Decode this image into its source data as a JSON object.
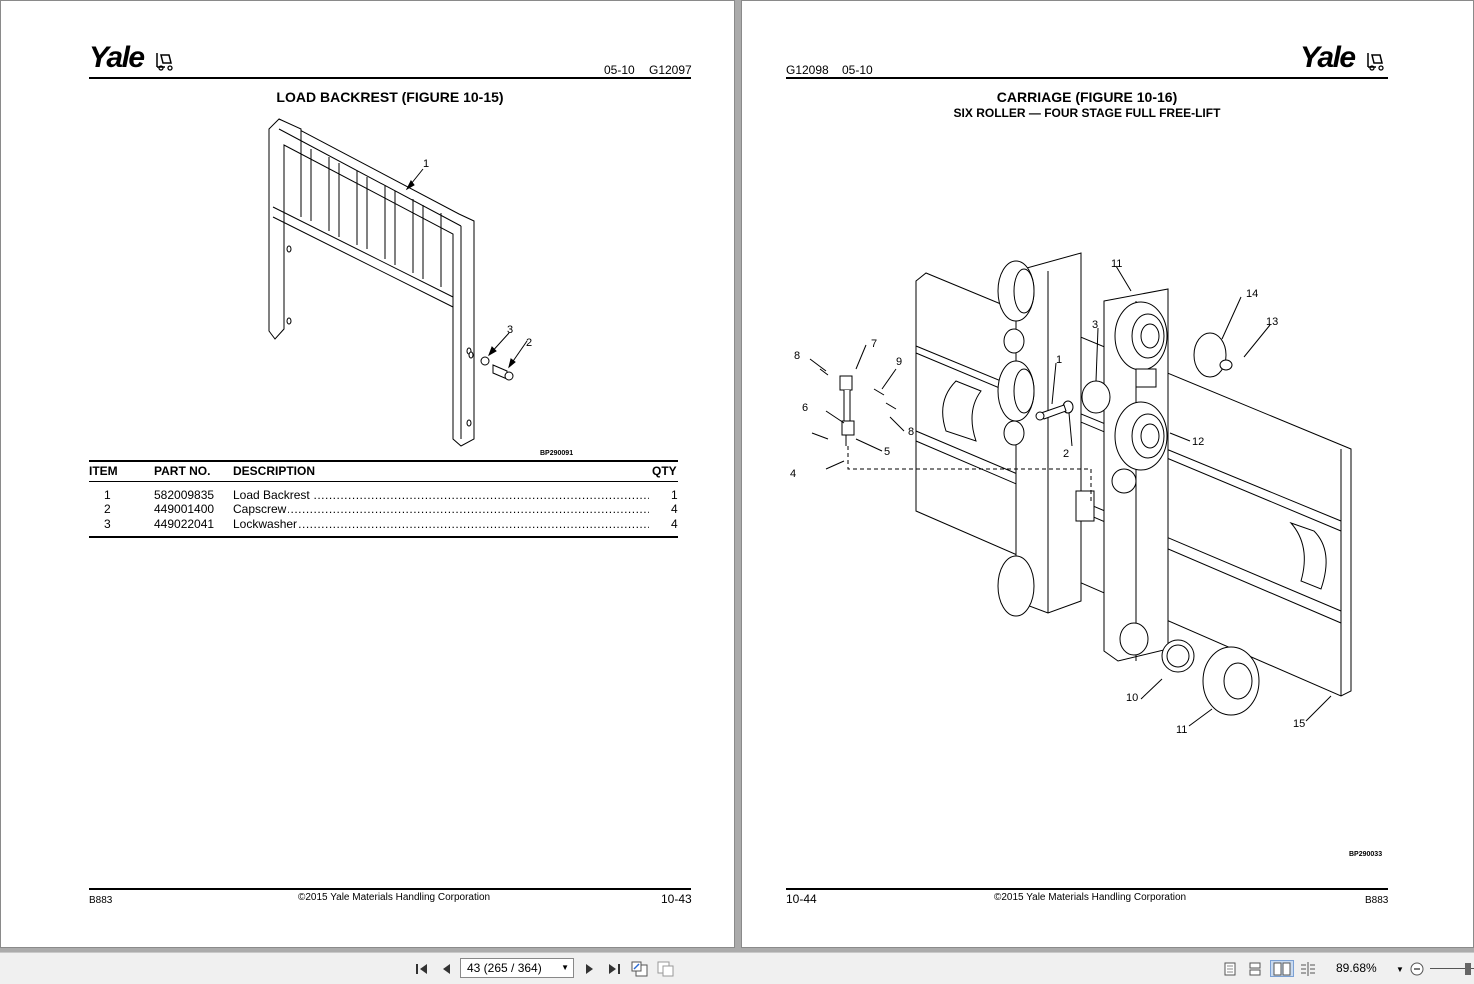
{
  "left_page": {
    "brand": "Yale",
    "date": "05-10",
    "code": "G12097",
    "title": "LOAD BACKREST (FIGURE 10-15)",
    "figure_ref": "BP290091",
    "callouts": [
      "1",
      "2",
      "3"
    ],
    "table_headers": {
      "item": "ITEM",
      "part_no": "PART NO.",
      "description": "DESCRIPTION",
      "qty": "QTY"
    },
    "parts": [
      {
        "item": "1",
        "part_no": "582009835",
        "description": "Load Backrest",
        "qty": "1"
      },
      {
        "item": "2",
        "part_no": "449001400",
        "description": "Capscrew",
        "qty": "4"
      },
      {
        "item": "3",
        "part_no": "449022041",
        "description": "Lockwasher",
        "qty": "4"
      }
    ],
    "footer_left": "B883",
    "footer_center": "©2015 Yale Materials Handling Corporation",
    "footer_right": "10-43"
  },
  "right_page": {
    "brand": "Yale",
    "code": "G12098",
    "date": "05-10",
    "title": "CARRIAGE (FIGURE 10-16)",
    "subtitle": "SIX ROLLER — FOUR STAGE FULL FREE-LIFT",
    "figure_ref": "BP290033",
    "callouts": [
      "1",
      "2",
      "3",
      "4",
      "5",
      "6",
      "7",
      "8",
      "8",
      "9",
      "10",
      "11",
      "11",
      "12",
      "13",
      "14",
      "15"
    ],
    "footer_left": "10-44",
    "footer_center": "©2015 Yale Materials Handling Corporation",
    "footer_right": "B883"
  },
  "toolbar": {
    "first_icon": "first-page-icon",
    "prev_icon": "previous-page-icon",
    "page_display": "43 (265 / 364)",
    "next_icon": "next-page-icon",
    "last_icon": "last-page-icon",
    "zoom": "89.68%"
  }
}
